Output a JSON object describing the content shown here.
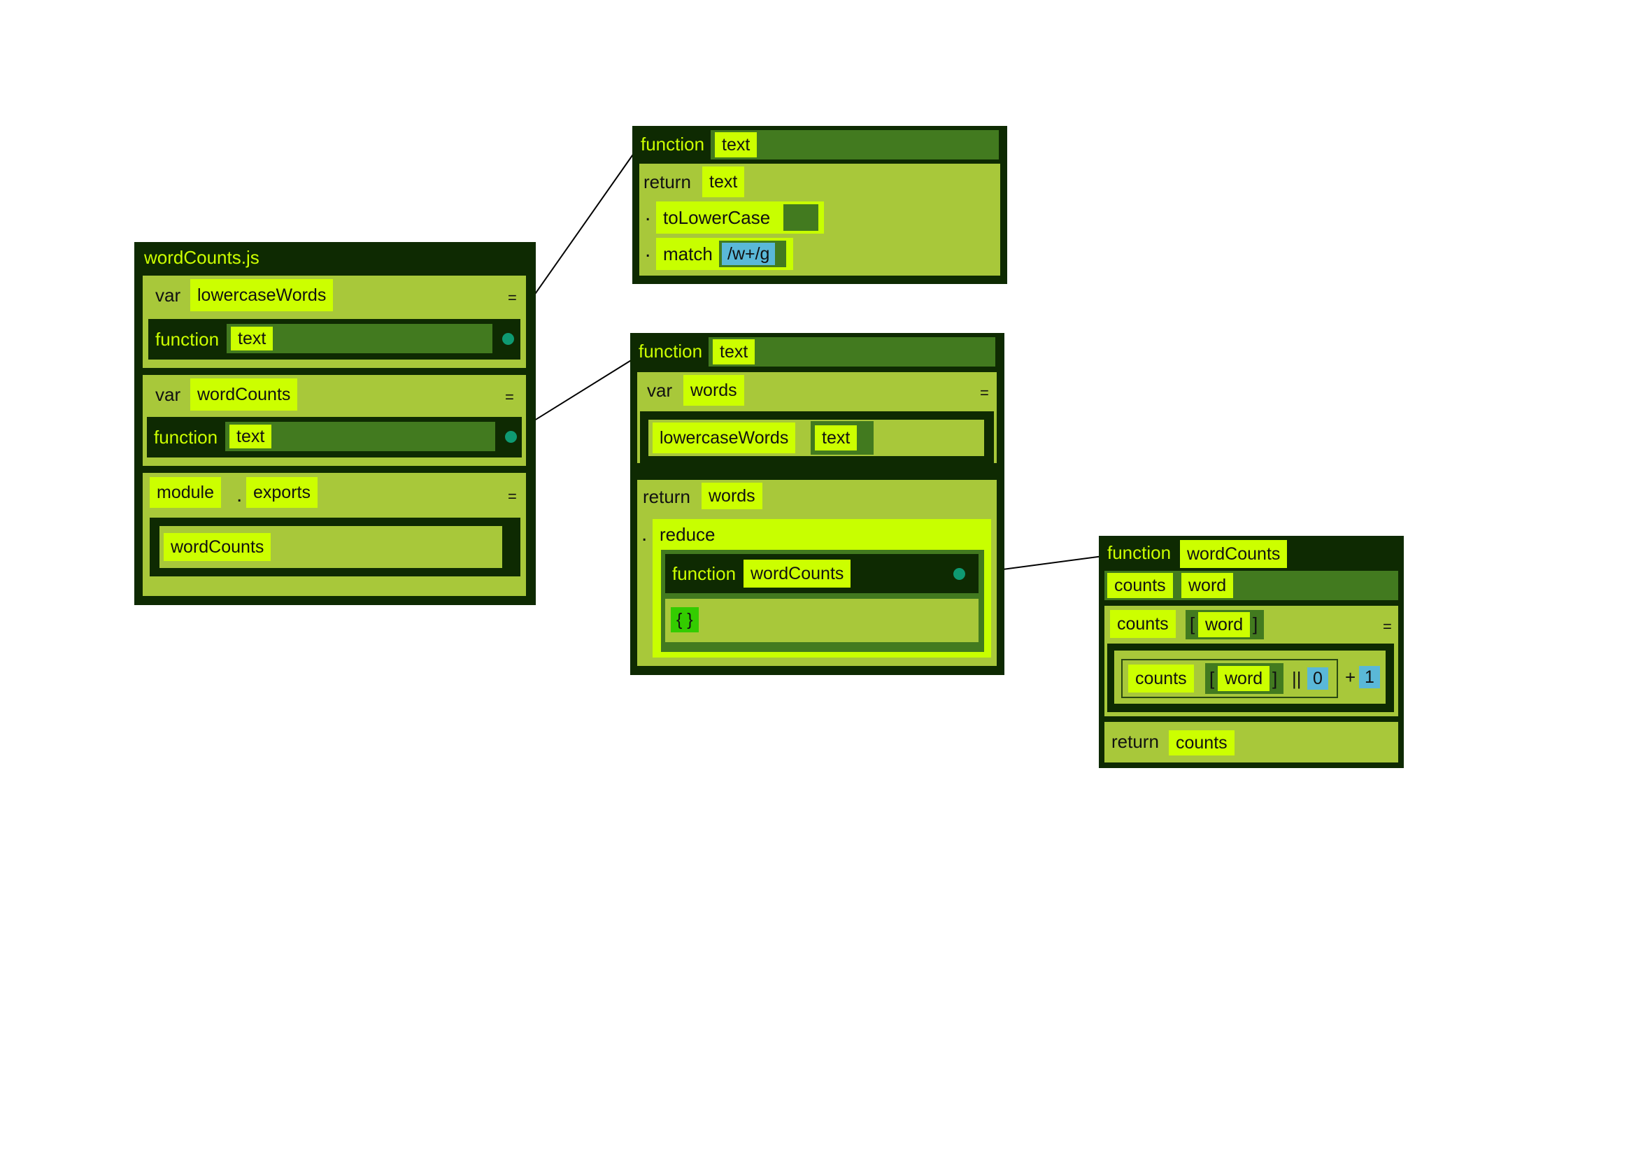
{
  "colors": {
    "frame": "#0e2a02",
    "mid": "#427a1f",
    "light": "#a8c83a",
    "token": "#ccff00",
    "knob": "#0e9a72",
    "literal": "#5ab8d8",
    "object_literal": "#33cc00"
  },
  "main": {
    "title": "wordCounts.js",
    "decl1": {
      "kw": "var",
      "name": "lowercaseWords",
      "eq": "=",
      "fn_kw": "function",
      "param": "text"
    },
    "decl2": {
      "kw": "var",
      "name": "wordCounts",
      "eq": "=",
      "fn_kw": "function",
      "param": "text"
    },
    "decl3": {
      "obj": "module",
      "dot": ".",
      "prop": "exports",
      "eq": "=",
      "value": "wordCounts"
    }
  },
  "fn1": {
    "fn_kw": "function",
    "param": "text",
    "ret_kw": "return",
    "ret_val": "text",
    "dot1": ".",
    "call1": "toLowerCase",
    "dot2": ".",
    "call2": "match",
    "arg2": "/w+/g"
  },
  "fn2": {
    "fn_kw": "function",
    "param": "text",
    "var_kw": "var",
    "var_name": "words",
    "eq": "=",
    "call": "lowercaseWords",
    "call_arg": "text",
    "ret_kw": "return",
    "ret_val": "words",
    "dot": ".",
    "method": "reduce",
    "inner_fn_kw": "function",
    "inner_fn_name": "wordCounts",
    "init": "{ }"
  },
  "fn3": {
    "fn_kw": "function",
    "name": "wordCounts",
    "param1": "counts",
    "param2": "word",
    "lhs_obj": "counts",
    "lb1": "[",
    "lhs_key": "word",
    "rb1": "]",
    "eq": "=",
    "rhs_obj": "counts",
    "lb2": "[",
    "rhs_key": "word",
    "rb2": "]",
    "or_op": "||",
    "zero": "0",
    "plus": "+",
    "one": "1",
    "ret_kw": "return",
    "ret_val": "counts"
  }
}
